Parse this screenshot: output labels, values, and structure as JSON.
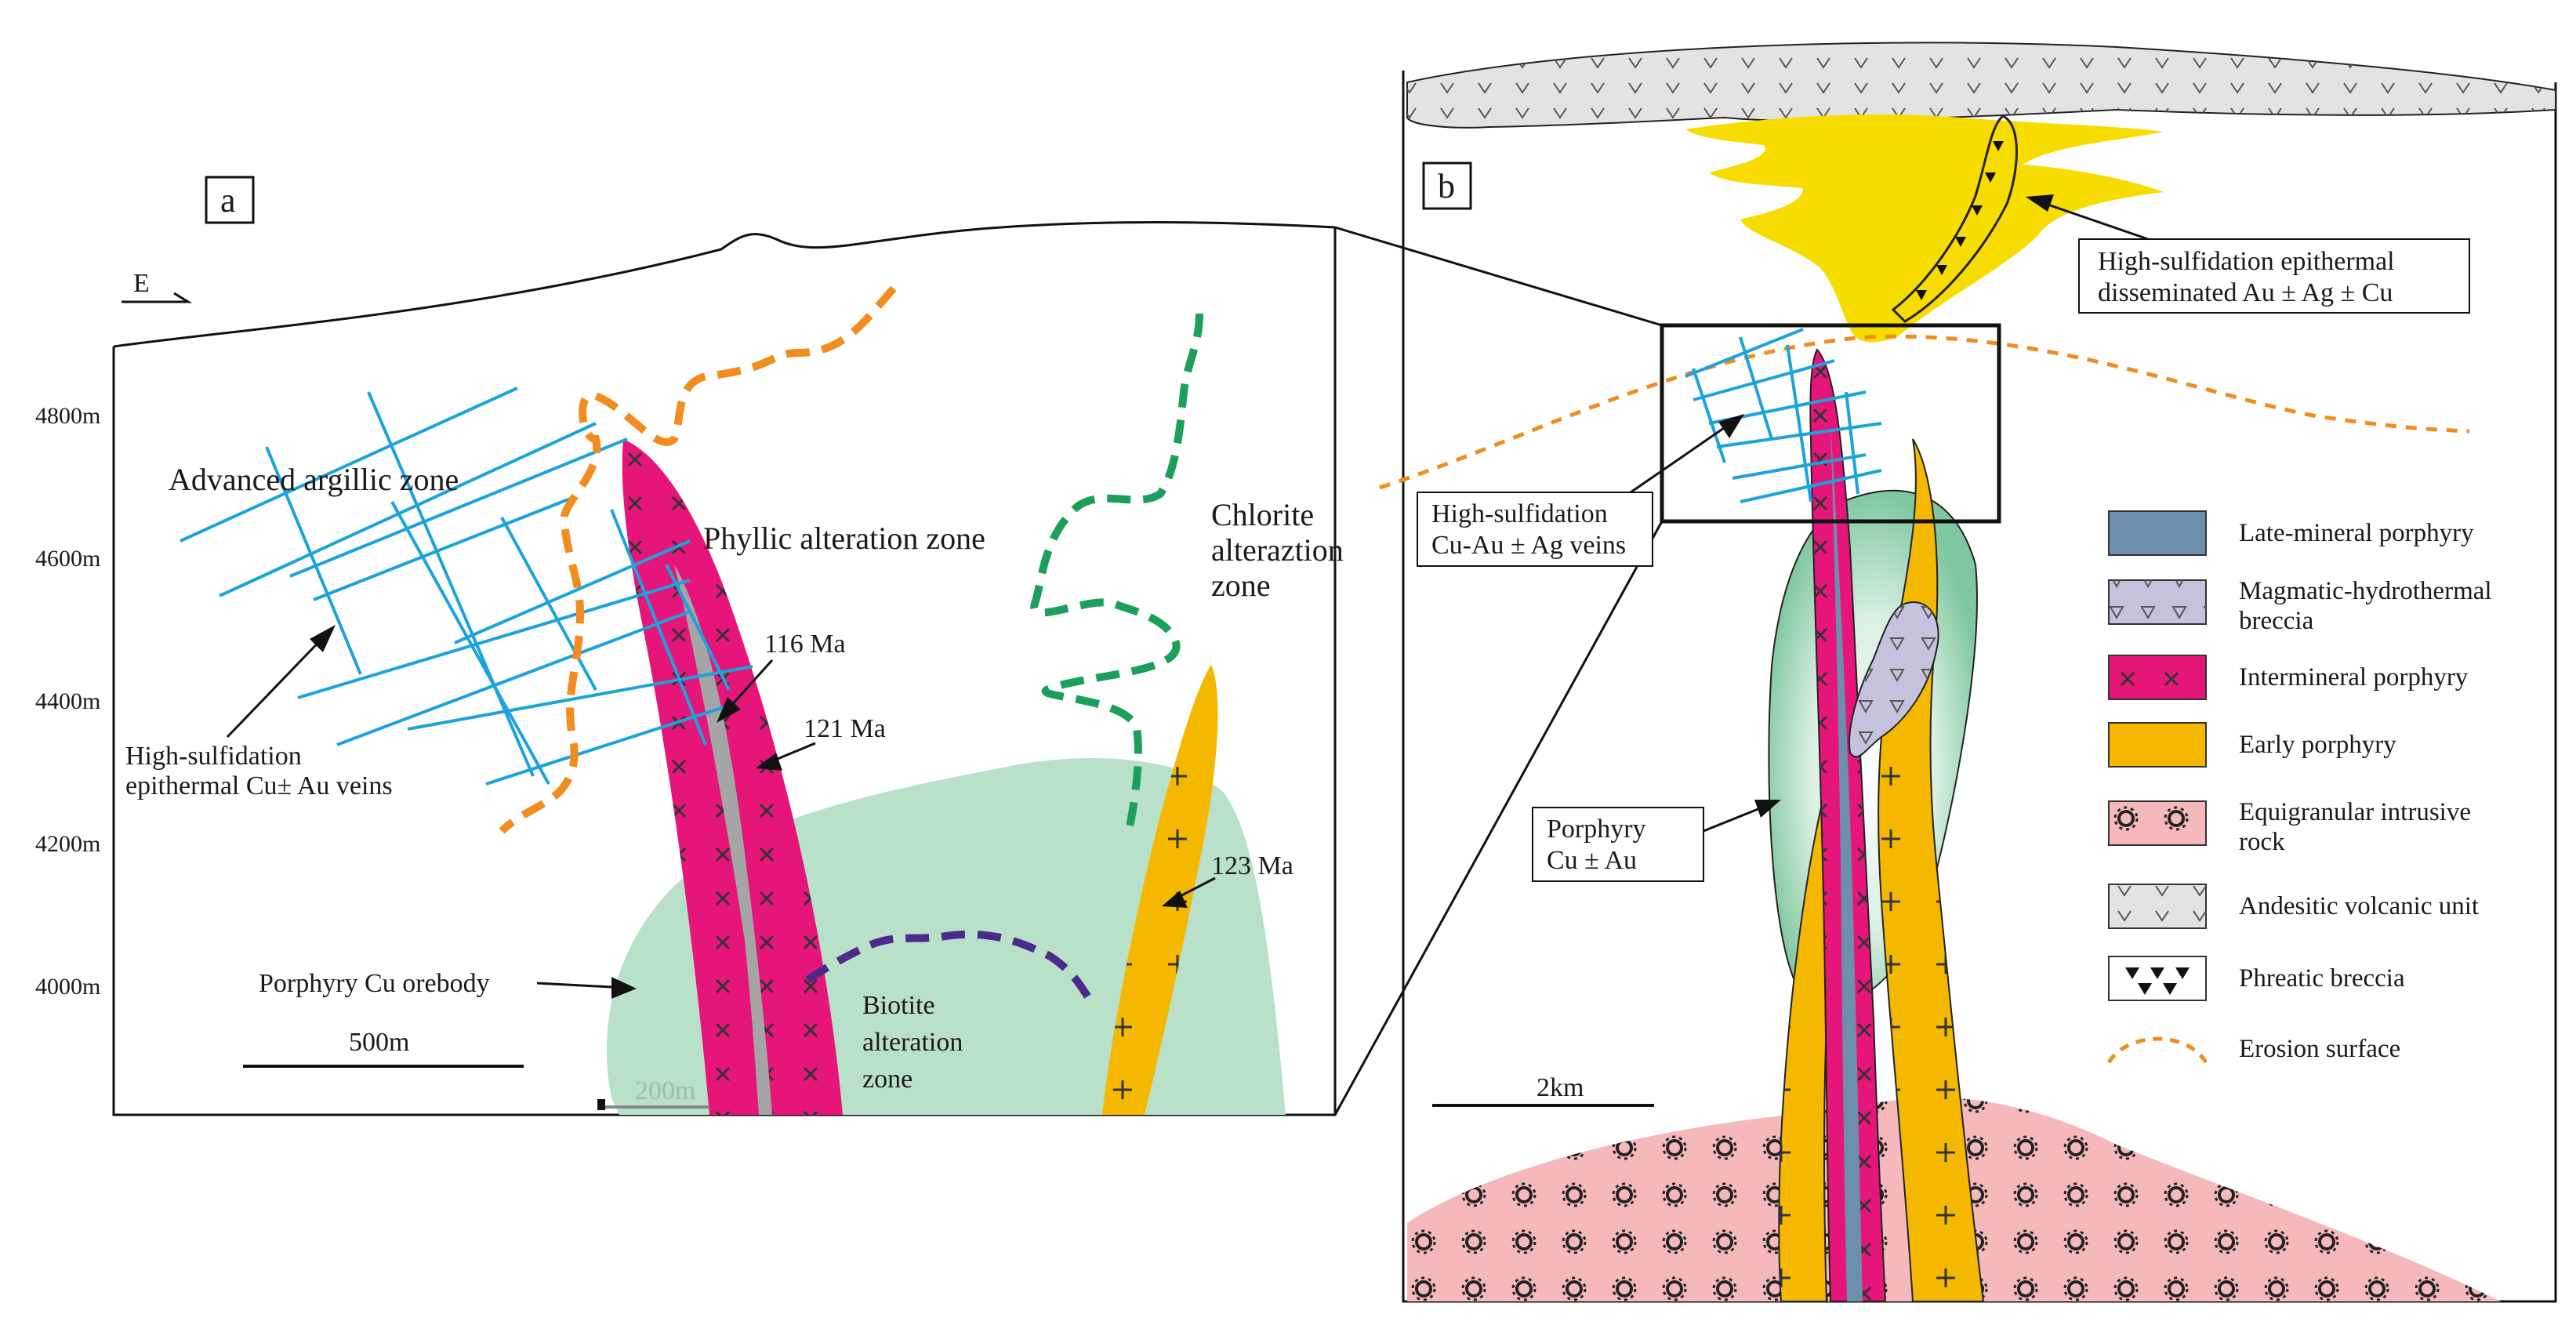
{
  "panel_a": {
    "letter": "a",
    "direction": "E",
    "depth_ticks": [
      "4800m",
      "4600m",
      "4400m",
      "4200m",
      "4000m"
    ],
    "zones": {
      "advanced_argillic": "Advanced argillic zone",
      "phyllic": "Phyllic alteration zone",
      "chlorite_1": "Chlorite",
      "chlorite_2": "alteraztion",
      "chlorite_3": "zone",
      "biotite_1": "Biotite",
      "biotite_2": "alteration",
      "biotite_3": "zone"
    },
    "labels": {
      "veins_1": "High-sulfidation",
      "veins_2": "epithermal Cu± Au veins",
      "orebody": "Porphyry Cu orebody",
      "age_116": "116 Ma",
      "age_121": "121 Ma",
      "age_123": "123 Ma"
    },
    "scale_bar": "500m",
    "scale_faint": "200m"
  },
  "panel_b": {
    "letter": "b",
    "labels": {
      "epithermal_1": "High-sulfidation epithermal",
      "epithermal_2": "disseminated Au ± Ag ± Cu",
      "veins_1": "High-sulfidation",
      "veins_2": "Cu-Au ± Ag veins",
      "porphyry_1": "Porphyry",
      "porphyry_2": "Cu ± Au"
    },
    "scale_bar": "2km"
  },
  "legend": [
    {
      "id": "late",
      "lines": [
        "Late-mineral porphyry"
      ],
      "color": "#6d8fae"
    },
    {
      "id": "breccia",
      "lines": [
        "Magmatic-hydrothermal",
        "breccia"
      ],
      "color": "#c5c2dd"
    },
    {
      "id": "intermineral",
      "lines": [
        "Intermineral porphyry"
      ],
      "color": "#e6157a"
    },
    {
      "id": "early",
      "lines": [
        "Early porphyry"
      ],
      "color": "#f5b800"
    },
    {
      "id": "equigranular",
      "lines": [
        "Equigranular intrusive",
        "rock"
      ],
      "color": "#f6b9bb"
    },
    {
      "id": "andesitic",
      "lines": [
        "Andesitic volcanic unit"
      ],
      "color": "#e3e3e3"
    },
    {
      "id": "phreatic",
      "lines": [
        "Phreatic breccia"
      ],
      "color": "#ffffff"
    },
    {
      "id": "erosion",
      "lines": [
        "Erosion surface"
      ],
      "color": "#f28c1f"
    }
  ],
  "colors": {
    "vein_blue": "#1ba3dd",
    "green_alteration": "#b9e0c8",
    "magenta": "#e6157a",
    "orange_dash": "#f28c1f",
    "green_dash": "#1aa05a",
    "purple_dash": "#4b2a8a",
    "yellow_epithermal": "#f7dc00"
  }
}
